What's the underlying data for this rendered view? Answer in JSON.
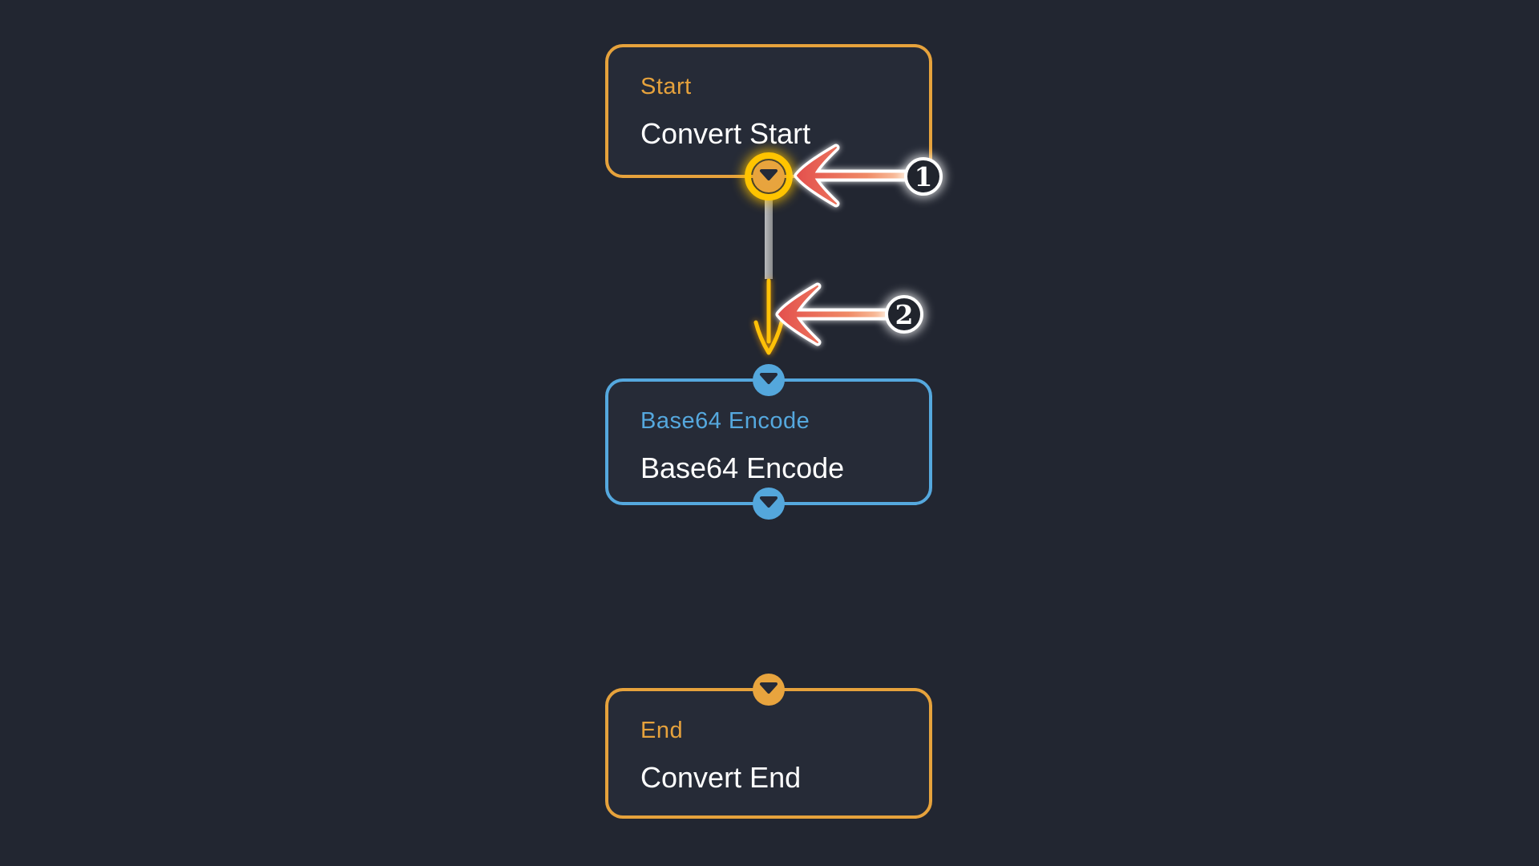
{
  "canvas": {
    "background": "#222631"
  },
  "colors": {
    "node_background": "#262B37",
    "orange_accent": "#E6A23C",
    "blue_accent": "#55A8DE",
    "subtitle_text": "#FFFFFF",
    "edge_gray": "#9EA0A3",
    "edge_active_yellow": "#FFC107",
    "highlight_ring_yellow": "#FFC400",
    "callout_arrow_red": "#E4524E",
    "callout_arrow_tail": "#FFE8C8",
    "callout_badge_border": "#FFFFFF"
  },
  "nodes": [
    {
      "id": "start",
      "title": "Start",
      "subtitle": "Convert Start",
      "accent_color": "#E6A23C",
      "handles": [
        "output"
      ]
    },
    {
      "id": "base64-encode",
      "title": "Base64 Encode",
      "subtitle": "Base64 Encode",
      "accent_color": "#55A8DE",
      "handles": [
        "input",
        "output"
      ]
    },
    {
      "id": "end",
      "title": "End",
      "subtitle": "Convert End",
      "accent_color": "#E6A23C",
      "handles": [
        "input"
      ]
    }
  ],
  "edges": [
    {
      "from": "start",
      "to": "base64-encode"
    }
  ],
  "callouts": [
    {
      "label": "1",
      "points_at": "start-output-handle"
    },
    {
      "label": "2",
      "points_at": "edge-start-to-base64"
    }
  ]
}
